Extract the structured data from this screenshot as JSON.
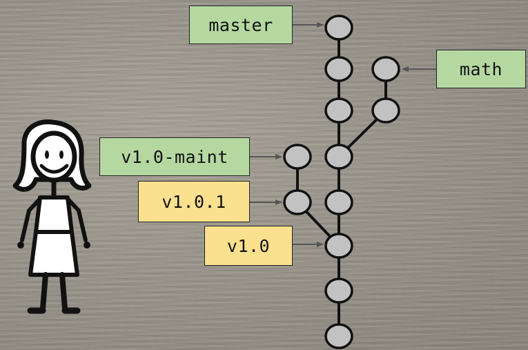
{
  "colors": {
    "branch_fill": "#b5d8a0",
    "tag_fill": "#fbe08e",
    "commit_fill": "#c2c2c2"
  },
  "refs": {
    "master": "master",
    "math": "math",
    "v1_0_maint": "v1.0-maint",
    "v1_0_1": "v1.0.1",
    "v1_0": "v1.0"
  },
  "icons": {
    "person": "stick-figure-girl-icon"
  }
}
